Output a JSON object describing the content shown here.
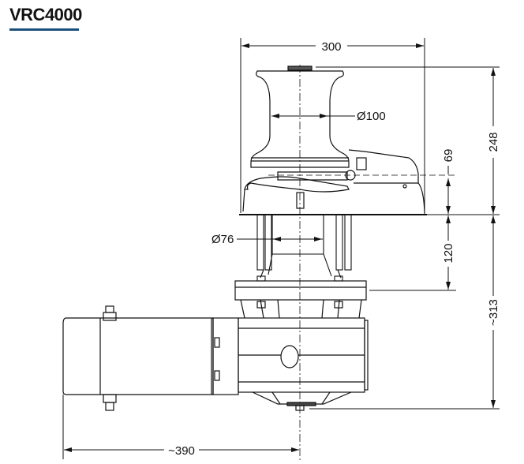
{
  "title": "VRC4000",
  "accent_color": "#1d4f7c",
  "dimensions": {
    "width_top": "300",
    "capstan_diameter": "Ø100",
    "height_above_deck": "248",
    "rope_height": "69",
    "shaft_diameter": "Ø76",
    "below_deck_flange": "120",
    "below_deck_total": "~313",
    "motor_length": "~390"
  }
}
